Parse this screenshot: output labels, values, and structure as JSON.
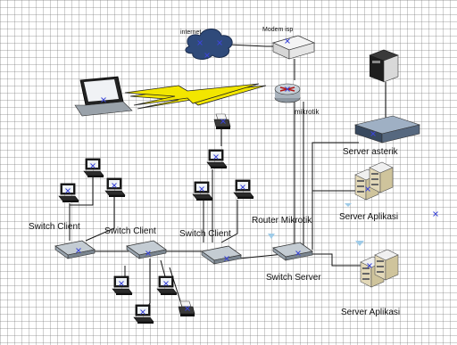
{
  "diagram": {
    "nodes": {
      "internet": {
        "label": "internet"
      },
      "modem": {
        "label": "Modem isp"
      },
      "mikrotik": {
        "label": "mikrotik"
      },
      "server_asterik": {
        "label": "Server asterik"
      },
      "router_mikrotik": {
        "label": "Router Mikrotik"
      },
      "server_aplikasi_1": {
        "label": "Server Aplikasi"
      },
      "server_aplikasi_2": {
        "label": "Server Aplikasi"
      },
      "switch_server": {
        "label": "Switch Server"
      },
      "switch_client_1": {
        "label": "Switch Client"
      },
      "switch_client_2": {
        "label": "Switch Client"
      },
      "switch_client_3": {
        "label": "Switch Client"
      }
    },
    "colors": {
      "cloud": "#2f4a7a",
      "router": "#b8c2cc",
      "lightning": "#f2e600",
      "line": "#111111",
      "selection": "#3b46d6",
      "arrow": "#9ecbe8"
    }
  }
}
